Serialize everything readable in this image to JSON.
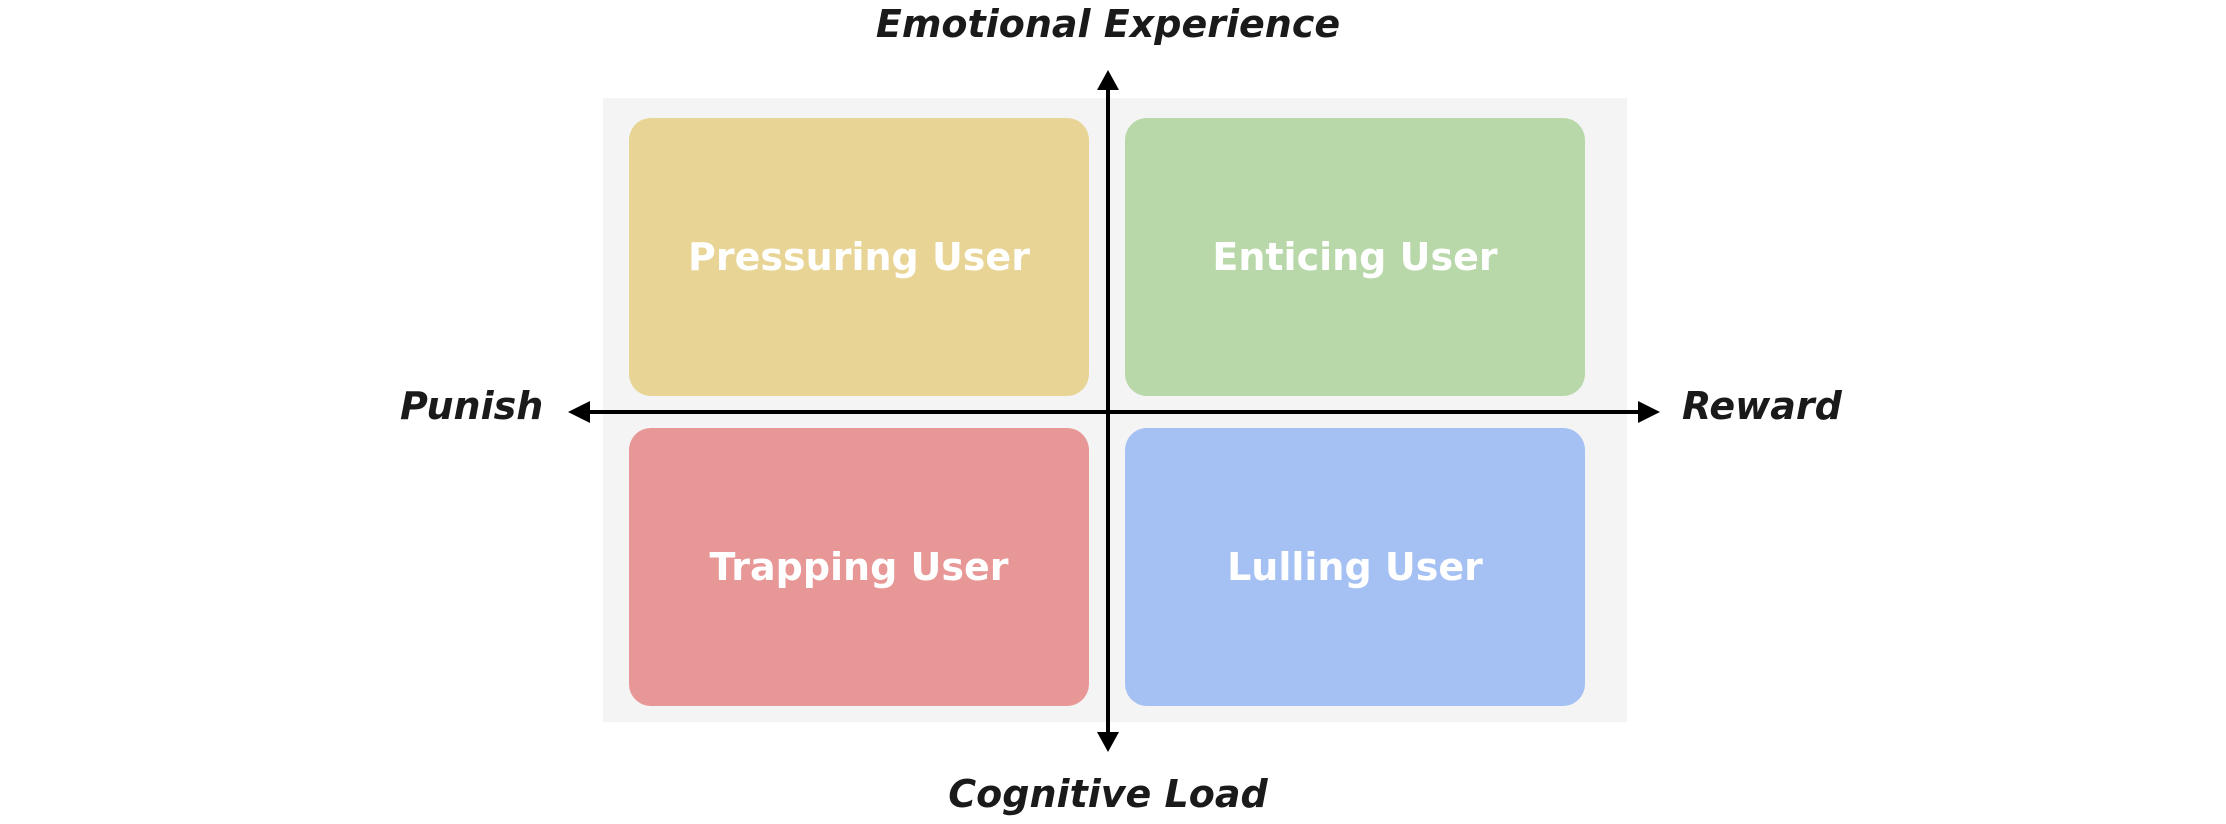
{
  "axes": {
    "top": "Emotional Experience",
    "bottom": "Cognitive Load",
    "left": "Punish",
    "right": "Reward"
  },
  "quadrants": {
    "top_left": {
      "label": "Pressuring User",
      "color": "#e8d494"
    },
    "top_right": {
      "label": "Enticing User",
      "color": "#b8d8a9"
    },
    "bottom_left": {
      "label": "Trapping User",
      "color": "#e89797"
    },
    "bottom_right": {
      "label": "Lulling User",
      "color": "#a5c1f3"
    }
  },
  "colors": {
    "panel_background": "#f4f4f4",
    "axis": "#000000"
  }
}
